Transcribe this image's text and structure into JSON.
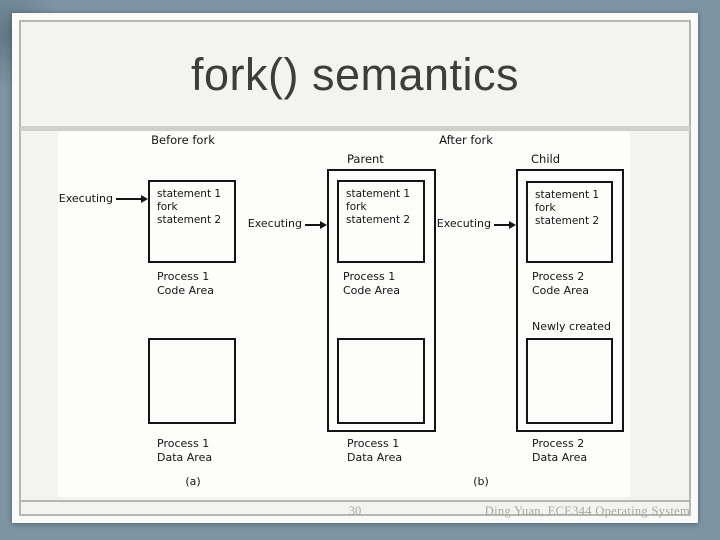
{
  "slide": {
    "title": "fork() semantics",
    "page_number": "30",
    "footer_credit": "Ding Yuan, ECE344 Operating System"
  },
  "diagram": {
    "phase_headings": {
      "before": "Before fork",
      "after": "After fork"
    },
    "sub_labels": {
      "a": "(a)",
      "b": "(b)"
    },
    "executing_label": "Executing",
    "columns": [
      {
        "id": "before",
        "role_label": "",
        "code_lines": [
          "statement 1",
          "fork",
          "statement 2"
        ],
        "code_caption": [
          "Process 1",
          "Code Area"
        ],
        "data_caption": [
          "Process 1",
          "Data Area"
        ],
        "note": ""
      },
      {
        "id": "parent",
        "role_label": "Parent",
        "code_lines": [
          "statement 1",
          "fork",
          "statement 2"
        ],
        "code_caption": [
          "Process 1",
          "Code Area"
        ],
        "data_caption": [
          "Process 1",
          "Data Area"
        ],
        "note": ""
      },
      {
        "id": "child",
        "role_label": "Child",
        "code_lines": [
          "statement 1",
          "fork",
          "statement 2"
        ],
        "code_caption": [
          "Process 2",
          "Code Area"
        ],
        "data_caption": [
          "Process 2",
          "Data Area"
        ],
        "note": "Newly created"
      }
    ]
  },
  "colors": {
    "background": "#7d95a3",
    "slide_rim": "#fafaf8",
    "slide_bg": "#f3f3ef",
    "frame_border": "#b7b7af",
    "divider": "#cdd0cb",
    "diagram_bg": "#fdfdfb",
    "ink": "#141414",
    "title_color": "#3d3d3d",
    "footer_color": "#a8a8a0"
  }
}
